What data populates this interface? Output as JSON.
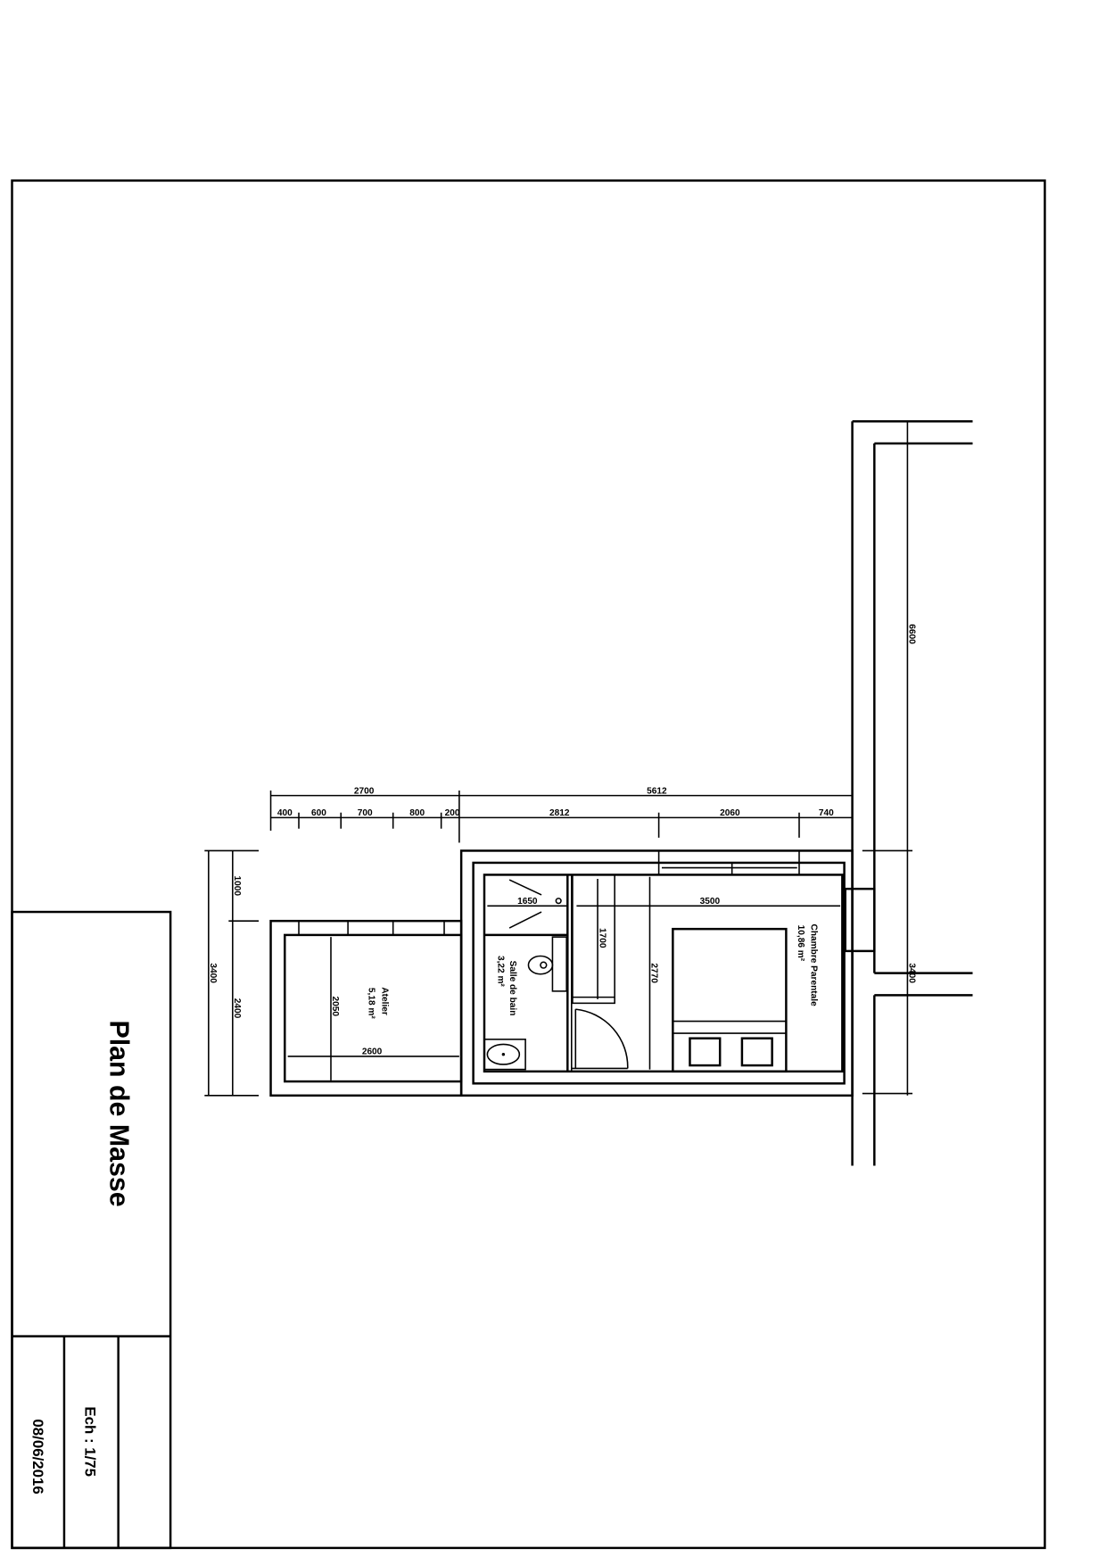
{
  "title_block": {
    "title": "Plan de Masse",
    "date": "08/06/2016",
    "scale": "Ech : 1/75"
  },
  "rooms": {
    "chambre": {
      "name": "Chambre Parentale",
      "area": "10,86 m²"
    },
    "salle_de_bain": {
      "name": "Salle de bain",
      "area": "3,22 m²"
    },
    "atelier": {
      "name": "Atelier",
      "area": "5,18 m²"
    }
  },
  "dimensions": {
    "top_overall": [
      "2700",
      "5612"
    ],
    "top_detail": [
      "400",
      "600",
      "700",
      "800",
      "200",
      "2812",
      "2060",
      "740"
    ],
    "left": {
      "overall": "3400",
      "upper": "1000",
      "lower": "2400"
    },
    "street": {
      "upper": "6600",
      "lower": "3400"
    },
    "interior": {
      "shower_width": "1650",
      "chambre_width": "3500",
      "chambre_depth": "2770",
      "closet": "1700",
      "atelier_depth": "2050",
      "atelier_width": "2600"
    }
  },
  "colors": {
    "ink": "#000000",
    "paper": "#ffffff"
  }
}
